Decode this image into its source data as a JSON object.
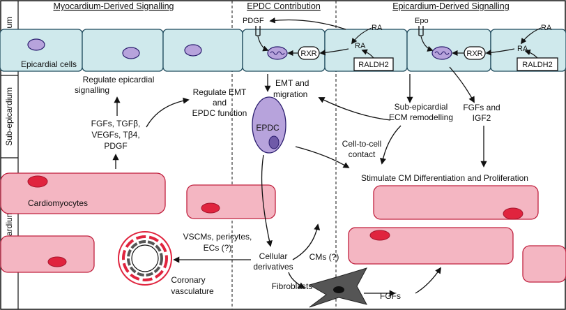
{
  "headers": {
    "myocardium_signalling": "Myocardium-Derived Signalling",
    "epdc_contribution": "EPDC Contribution",
    "epicardium_signalling": "Epicardium-Derived Signalling"
  },
  "layers": {
    "epicardium": "Epicardium",
    "sub_epicardium": "Sub-epicardium",
    "myocardium": "Myocardium"
  },
  "epicardium": {
    "cells_label": "Epicardial cells",
    "pdgf": "PDGF",
    "epo": "Epo",
    "ra_top_1": "RA",
    "ra_inner_1": "RA",
    "ra_top_2": "RA",
    "ra_inner_2": "RA",
    "rxr_1": "RXR",
    "rxr_2": "RXR",
    "raldh2_1": "RALDH2",
    "raldh2_2": "RALDH2"
  },
  "labels": {
    "regulate_epicardial_1": "Regulate epicardial",
    "regulate_epicardial_2": "signalling",
    "regulate_emt_1": "Regulate EMT",
    "regulate_emt_2": "and",
    "regulate_emt_3": "EPDC function",
    "emt_1": "EMT and",
    "emt_2": "migration",
    "factors_1": "FGFs, TGFβ,",
    "factors_2": "VEGFs, Tβ4,",
    "factors_3": "PDGF",
    "ecm_1": "Sub-epicardial",
    "ecm_2": "ECM remodelling",
    "fgf_igf_1": "FGFs and",
    "fgf_igf_2": "IGF2",
    "epdc": "EPDC",
    "contact_1": "Cell-to-cell",
    "contact_2": "contact",
    "stimulate": "Stimulate CM Differentiation and Proliferation",
    "cardiomyocytes": "Cardiomyocytes",
    "vscm_1": "VSCMs, pericytes,",
    "vscm_2": "ECs (?)",
    "cellular_1": "Cellular",
    "cellular_2": "derivatives",
    "cms": "CMs (?)",
    "coronary_1": "Coronary",
    "coronary_2": "vasculature",
    "fibroblasts": "Fibroblasts",
    "fgfs": "FGFs"
  },
  "colors": {
    "epicardium_fill": "#cfe9ec",
    "nucleus_fill": "#b7a3dc",
    "cardiomyocyte_fill": "#f4b6c2",
    "cardiomyocyte_nucleus": "#e0243e",
    "fibroblast_fill": "#555555"
  }
}
